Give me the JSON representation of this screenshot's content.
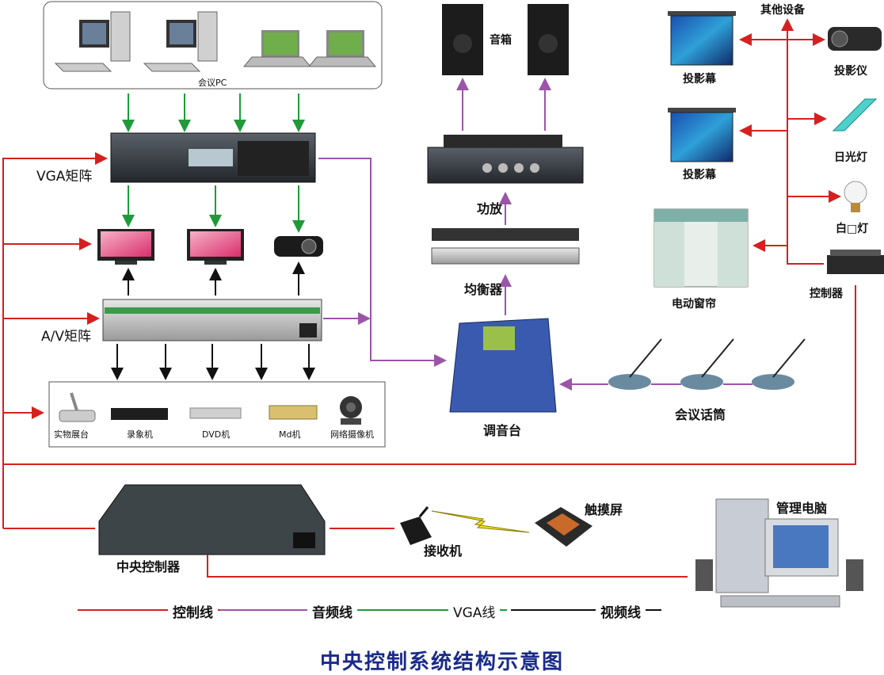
{
  "labels": {
    "pc": "会议PC",
    "speaker": "音箱",
    "other": "其他设备",
    "projector": "投影仪",
    "screen1": "投影幕",
    "screen2": "投影幕",
    "fluorescent": "日光灯",
    "incandescent": "白□灯",
    "curtain": "电动窗帘",
    "controller": "控制器",
    "amp": "功放",
    "eq": "均衡器",
    "mixer": "调音台",
    "mics": "会议话筒",
    "vga_matrix": "VGA矩阵",
    "av_matrix": "A/V矩阵",
    "visualizer": "实物展台",
    "recorder": "录象机",
    "dvd": "DVD机",
    "md": "Md机",
    "camera": "网络摄像机",
    "central": "中央控制器",
    "receiver": "接收机",
    "touch": "触摸屏",
    "mgmt": "管理电脑"
  },
  "legend": [
    {
      "name": "控制线",
      "color": "#d62020"
    },
    {
      "name": "音频线",
      "color": "#9a55a8"
    },
    {
      "name": "VGA线",
      "color": "#1f9a3a"
    },
    {
      "name": "视频线",
      "color": "#111111"
    }
  ],
  "title": "中央控制系统结构示意图"
}
